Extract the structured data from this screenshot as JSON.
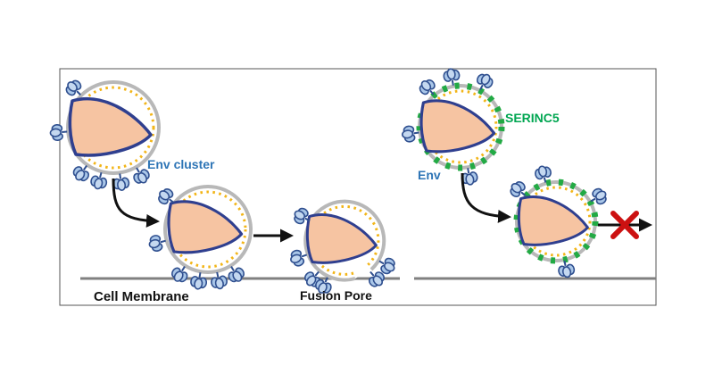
{
  "labels": {
    "env_cluster": "Env cluster",
    "cell_membrane": "Cell Membrane",
    "fusion_pore": "Fusion Pore",
    "serinc5": "SERINC5",
    "env": "Env"
  },
  "colors": {
    "env_label": "#2e75b6",
    "serinc5_label": "#00a651",
    "serinc5_marks": "#22aa44",
    "membrane_gray": "#b8b8b8",
    "matrix_dots": "#f2b518",
    "capsid_fill": "#f6c4a2",
    "capsid_stroke": "#2f3f8f",
    "spike_fill": "#a9c6e8",
    "spike_stroke": "#2f4f8f",
    "cell_membrane": "#808080",
    "block_cross": "#cc1111",
    "frame": "#555555"
  },
  "icons": {
    "arrow": "arrow-icon",
    "block": "red-x-icon"
  }
}
